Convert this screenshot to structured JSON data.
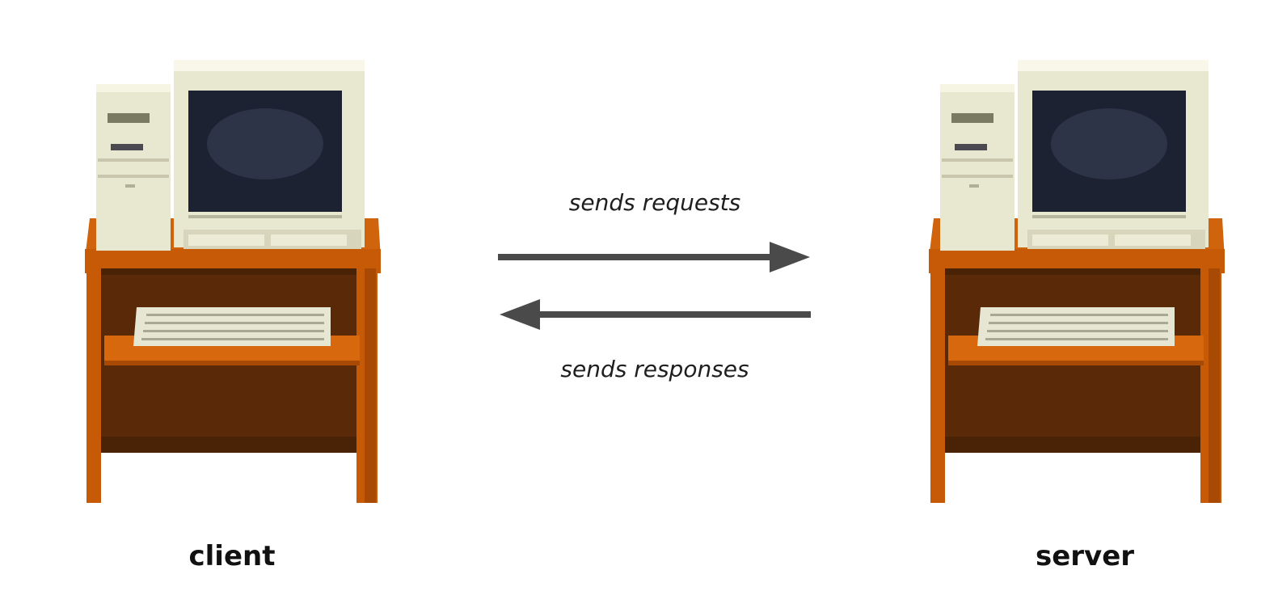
{
  "nodes": {
    "client": {
      "label": "client",
      "icon": "computer-desk-icon"
    },
    "server": {
      "label": "server",
      "icon": "computer-desk-icon"
    }
  },
  "edges": {
    "request": {
      "label": "sends requests",
      "direction": "client-to-server"
    },
    "response": {
      "label": "sends responses",
      "direction": "server-to-client"
    }
  },
  "colors": {
    "arrow": "#4a4a4a",
    "desk": "#c75a06",
    "desk_dark": "#4a2206",
    "computer": "#ecebd4",
    "screen": "#1d2232"
  }
}
